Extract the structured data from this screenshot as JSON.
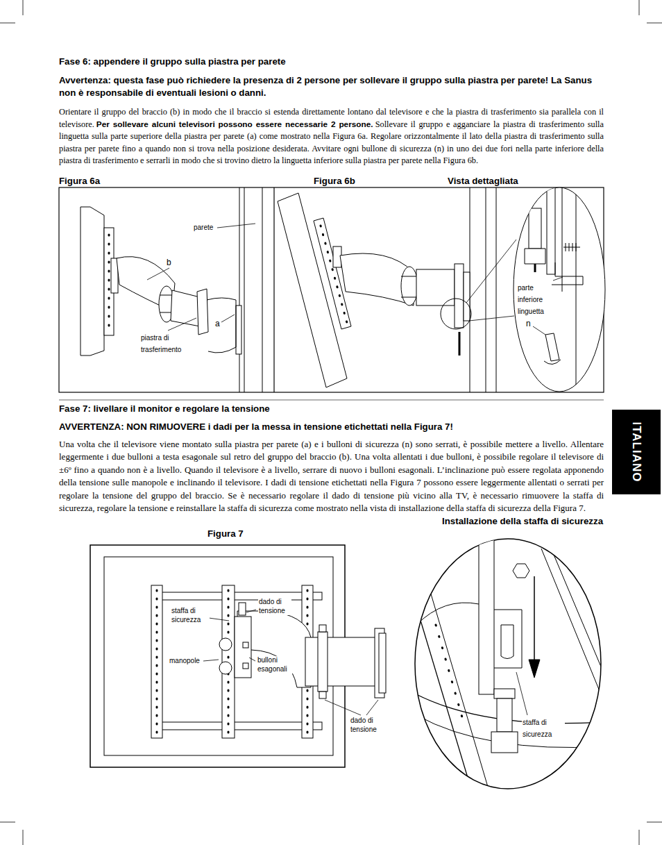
{
  "diagram": {
    "title": "Fase 6: appendere il gruppo sulla piastra per parete",
    "nodes": [
      {
        "text": [
          "Figura 6a",
          "parete",
          "b",
          "a",
          "piastra di trasferimento"
        ]
      },
      {
        "text": [
          "Figura 6b"
        ]
      },
      {
        "text": [
          "Vista dettagliata",
          "parte inferiore linguetta",
          "n"
        ],
        "in": 1
      },
      {
        "text": [
          "ITALIANO"
        ]
      },
      {
        "text": [
          "Installazione della staffa di sicurezza",
          "staffa di sicurezza"
        ]
      }
    ],
    "labels": [
      "Avvertenza: questa fase può richiedere la presenza di 2 persone per sollevare il gruppo sulla piastra per parete! La Sanus non è responsabile di eventuali lesioni o danni.",
      "Orientare il gruppo del braccio (b) in modo che il braccio si estenda direttamente lontano dal televisore e che la piastra di trasferimento sia parallela con il televisore.",
      "Per sollevare alcuni televisori possono essere necessarie 2 persone.",
      "Sollevare il gruppo e agganciare la piastra di trasferimento sulla linguetta sulla parte superiore della piastra per parete (a) come mostrato nella Figura 6a. Regolare orizzontalmente il lato della piastra di trasferimento sulla piastra per parete fino a quando non si trova nella posizione desiderata. Avvitare ogni bullone di sicurezza (n) in uno dei due fori nella parte inferiore della piastra di trasferimento e serrarli in modo che si trovino dietro la linguetta inferiore sulla piastra per parete nella Figura 6b.",
      "Fase 7: livellare il monitor e regolare la tensione",
      "AVVERTENZA: NON RIMUOVERE i dadi per la messa in tensione etichettati nella Figura 7!",
      "Una volta che il televisore viene montato sulla piastra per parete (a) e i bulloni di sicurezza (n) sono serrati, è possibile mettere a livello. Allentare leggermente i due bulloni a testa esagonale sul retro del gruppo del braccio (b). Una volta allentati i due bulloni, è possibile regolare il televisore di ±6º fino a quando non è a livello. Quando il televisore è a livello, serrare di nuovo i bulloni esagonali. L’inclinazione può essere regolata apponendo della tensione sulle manopole e inclinando il televisore. I dadi di tensione etichettati nella Figura 7 possono essere leggermente allentati o serrati per regolare la tensione del gruppo del braccio. Se è necessario regolare il dado di tensione più vicino alla TV, è necessario rimuovere la staffa di sicurezza, regolare la tensione e reinstallare la staffa di sicurezza come mostrato nella vista di installazione della staffa di sicurezza della Figura 7.",
      "Figura 7",
      "staffa di sicurezza",
      "dado di tensione",
      "manopole",
      "bulloni esagonali",
      "dado di tensione"
    ]
  }
}
